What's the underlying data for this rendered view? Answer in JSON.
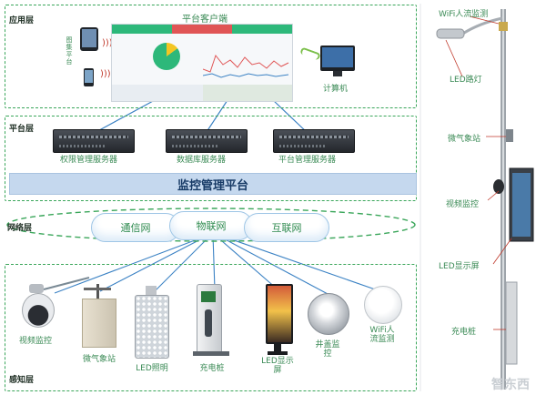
{
  "layers": {
    "application": "应用层",
    "platform": "平台层",
    "network": "网络层",
    "sensing": "感知层"
  },
  "application": {
    "client_title": "平台客户端",
    "computer": "计算机",
    "device_label": "图集平台"
  },
  "servers": [
    "权限管理服务器",
    "数据库服务器",
    "平台管理服务器"
  ],
  "platform_bar": "监控管理平台",
  "networks": [
    "通信网",
    "物联网",
    "互联网"
  ],
  "devices": [
    {
      "label": "视频监控"
    },
    {
      "label": "微气象站"
    },
    {
      "label": "LED照明"
    },
    {
      "label": "充电桩"
    },
    {
      "label": "LED显示\n屏"
    },
    {
      "label": "井盖监\n控"
    },
    {
      "label": "WiFi人\n流监测"
    }
  ],
  "pole": {
    "wifi": "WiFi人流监测",
    "led": "LED路灯",
    "weather": "微气象站",
    "video": "视频监控",
    "display": "LED显示屏",
    "charger": "充电桩"
  },
  "watermark": "智东西",
  "colors": {
    "layer_border": "#3aa65a",
    "label_text": "#3a8a55",
    "platform_bar": "#c5d8ee",
    "link_line": "#3b82c4"
  }
}
